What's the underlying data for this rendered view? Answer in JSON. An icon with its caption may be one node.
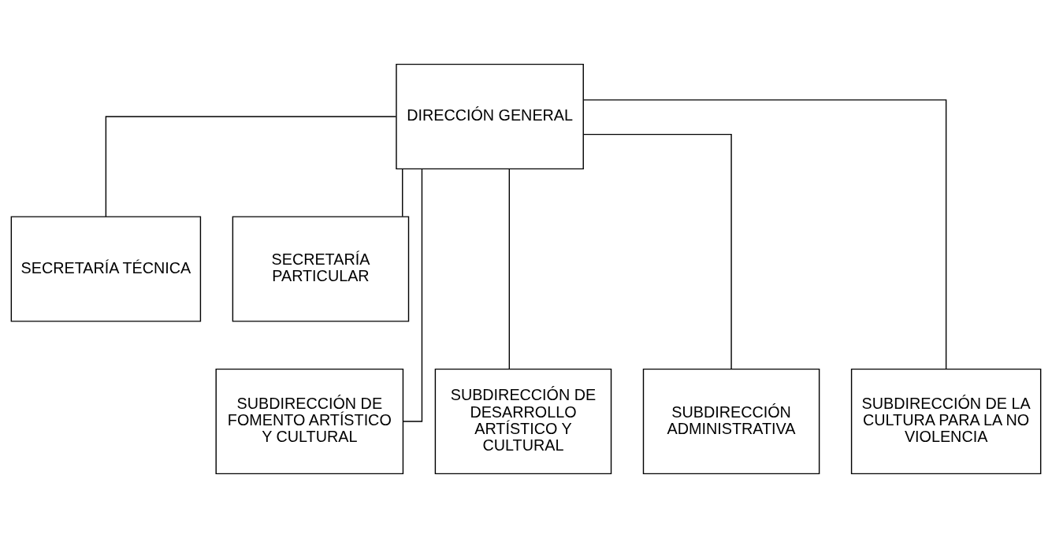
{
  "diagram": {
    "nodes": [
      {
        "text": [
          "DIRECCIÓN GENERAL"
        ]
      },
      {
        "text": [
          "SECRETARÍA TÉCNICA"
        ]
      },
      {
        "text": [
          "SECRETARÍA PARTICULAR"
        ]
      },
      {
        "text": [
          "SUBDIRECCIÓN DE FOMENTO ARTÍSTICO Y CULTURAL"
        ]
      },
      {
        "text": [
          "SUBDIRECCIÓN DE DESARROLLO ARTÍSTICO Y CULTURAL"
        ]
      },
      {
        "text": [
          "SUBDIRECCIÓN ADMINISTRATIVA"
        ]
      },
      {
        "text": [
          "SUBDIRECCIÓN DE LA CULTURA PARA LA NO VIOLENCIA"
        ]
      }
    ],
    "edges": [
      {
        "from": 0,
        "to": 1,
        "arrow": "none"
      },
      {
        "from": 0,
        "to": 2,
        "arrow": "none"
      },
      {
        "from": 0,
        "to": 3,
        "arrow": "none"
      },
      {
        "from": 0,
        "to": 4,
        "arrow": "none"
      },
      {
        "from": 0,
        "to": 5,
        "arrow": "none"
      },
      {
        "from": 0,
        "to": 6,
        "arrow": "none"
      }
    ]
  }
}
